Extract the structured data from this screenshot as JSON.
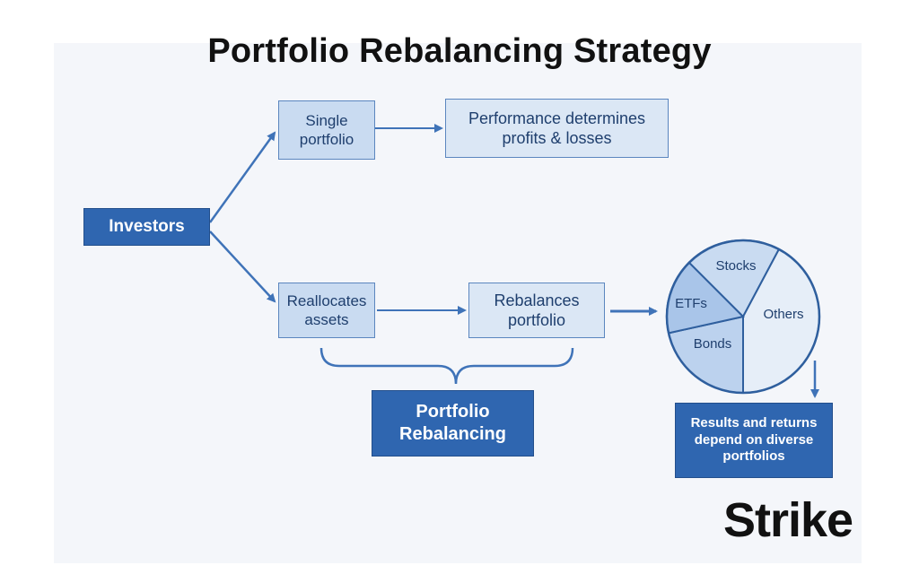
{
  "title": "Portfolio Rebalancing Strategy",
  "nodes": {
    "investors": "Investors",
    "single_portfolio": "Single portfolio",
    "performance": "Performance determines profits & losses",
    "reallocates": "Reallocates assets",
    "rebalances": "Rebalances portfolio",
    "portfolio_rebalancing": "Portfolio Rebalancing",
    "results": "Results and returns depend on diverse portfolios"
  },
  "pie": {
    "slices": [
      "Stocks",
      "Others",
      "Bonds",
      "ETFs"
    ]
  },
  "brand": {
    "logo_text": "Strike"
  },
  "colors": {
    "dark_blue": "#2f66b0",
    "light_blue": "#c9dbf1",
    "pale_blue": "#dbe7f5",
    "border_blue": "#5b86bf",
    "arrow_blue": "#3f73b8",
    "logo_accent": "#1f66e0"
  }
}
